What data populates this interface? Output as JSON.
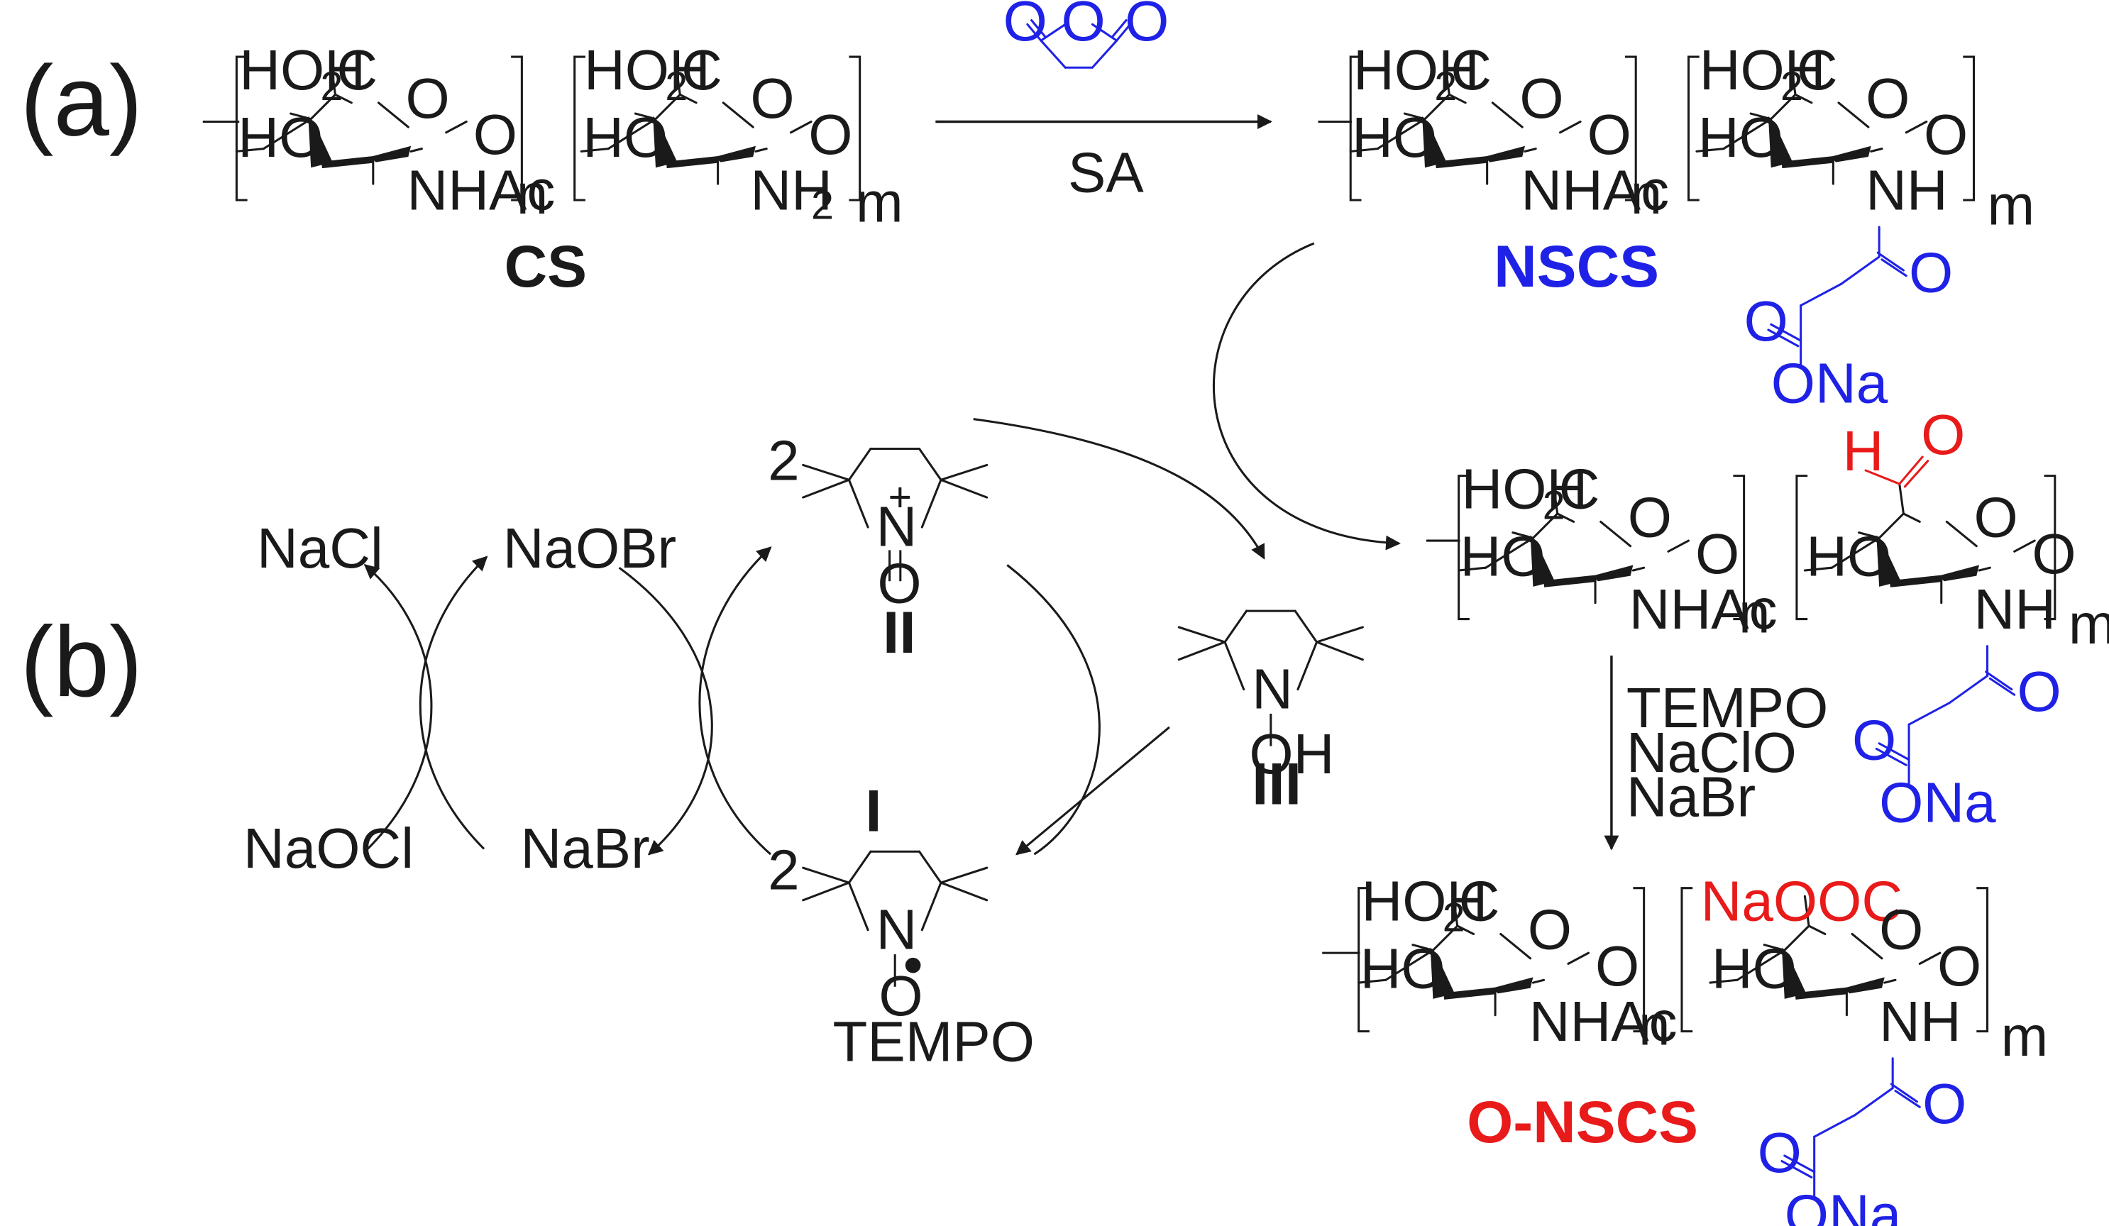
{
  "panel_labels": {
    "a": "(a)",
    "b": "(b)"
  },
  "colors": {
    "black": "#1a1a1a",
    "blue": "#1f22e6",
    "red": "#e81a1a"
  },
  "ring": {
    "hoh2c": "HOH",
    "hoh2c_sub": "2",
    "hoh2c_c": "C",
    "ho": "HO",
    "o": "O",
    "nhac": "NHAc",
    "nh2": "NH",
    "nh2_sub": "2",
    "nh": "NH",
    "n": "n",
    "m": "m"
  },
  "side_chain": {
    "o": "O",
    "ona": "ONa"
  },
  "aldehyde": {
    "h": "H",
    "o": "O"
  },
  "carboxylate": {
    "text": "NaOOC"
  },
  "compounds": {
    "cs": "CS",
    "nscs": "NSCS",
    "onscs": "O-NSCS"
  },
  "reagents": {
    "sa": "SA",
    "tempo": "TEMPO",
    "naclo": "NaClO",
    "nabr": "NaBr"
  },
  "cycle": {
    "nacl": "NaCl",
    "naobr": "NaOBr",
    "naocl": "NaOCl",
    "nabr": "NaBr",
    "coef_2": "2",
    "label_I": "I",
    "label_II": "II",
    "label_III": "III",
    "tempo": "TEMPO",
    "n": "N",
    "o": "O",
    "oh": "OH",
    "plus": "+",
    "radical": "•"
  }
}
